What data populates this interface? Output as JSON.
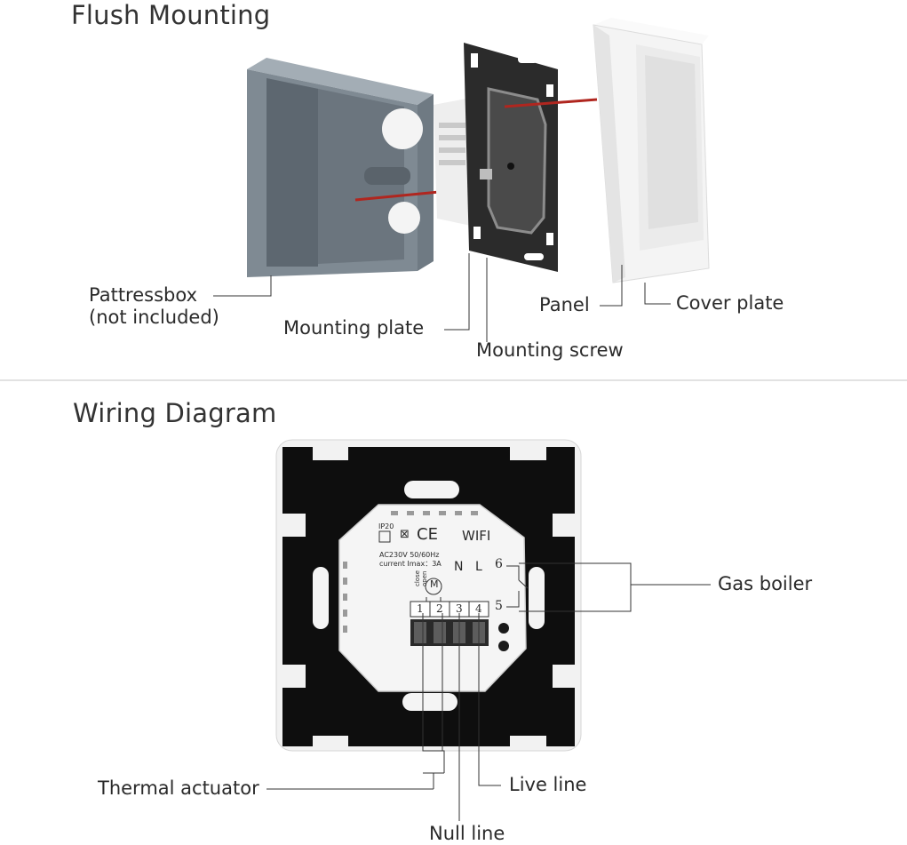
{
  "sections": {
    "flush_mounting": {
      "heading": "Flush Mounting",
      "labels": {
        "pattressbox_line1": "Pattressbox",
        "pattressbox_line2": "(not included)",
        "mounting_plate": "Mounting plate",
        "mounting_screw": "Mounting screw",
        "panel": "Panel",
        "cover_plate": "Cover plate"
      }
    },
    "wiring_diagram": {
      "heading": "Wiring Diagram",
      "labels": {
        "gas_boiler": "Gas boiler",
        "thermal_actuator": "Thermal actuator",
        "live_line": "Live line",
        "null_line": "Null line"
      },
      "device_print": {
        "ip": "IP20",
        "ce": "CE",
        "wifi": "WIFI",
        "rating": "AC230V 50/60Hz",
        "current": "current Imax：3A",
        "close": "close",
        "open": "open",
        "n": "N",
        "l": "L",
        "t1": "1",
        "t2": "2",
        "t3": "3",
        "t4": "4",
        "t5": "5",
        "t6": "6"
      }
    }
  },
  "colors": {
    "box": "#7f8a93",
    "plate": "#2b2b2b",
    "panel": "#f4f4f4",
    "frame": "#f2f2f2",
    "wire_red": "#b0261f",
    "divider": "#d8d8d8"
  }
}
